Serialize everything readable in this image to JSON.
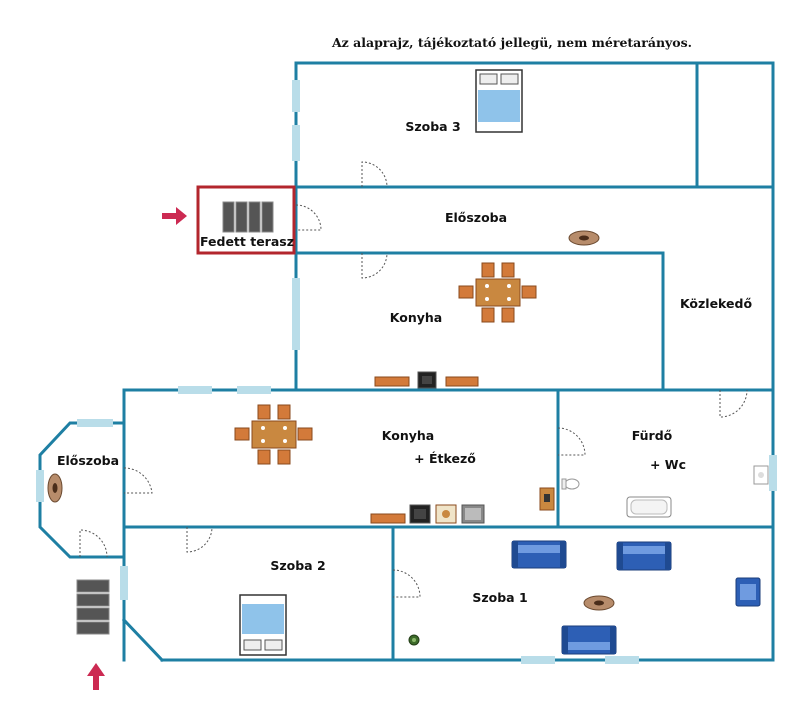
{
  "note": "Az alaprajz, tájékoztató jellegü, nem méretarányos.",
  "rooms": {
    "szoba3": "Szoba 3",
    "fedett_terasz": "Fedett terasz",
    "eloszoba_upper": "Előszoba",
    "konyha_upper": "Konyha",
    "kozlekedo": "Közlekedő",
    "eloszoba_left": "Előszoba",
    "konyha_etkezo_line1": "Konyha",
    "konyha_etkezo_line2": "+ Étkező",
    "furdo_line1": "Fürdő",
    "furdo_line2": "+ Wc",
    "szoba2": "Szoba 2",
    "szoba1": "Szoba 1"
  },
  "colors": {
    "wall": "#1e7fa3",
    "terrace_wall": "#b3262d",
    "window": "#b9dde9",
    "arrow": "#cc2a52",
    "wood": "#d37a3a",
    "sofa_blue": "#2d5fb5",
    "bed_blue": "#8fc3ea"
  }
}
